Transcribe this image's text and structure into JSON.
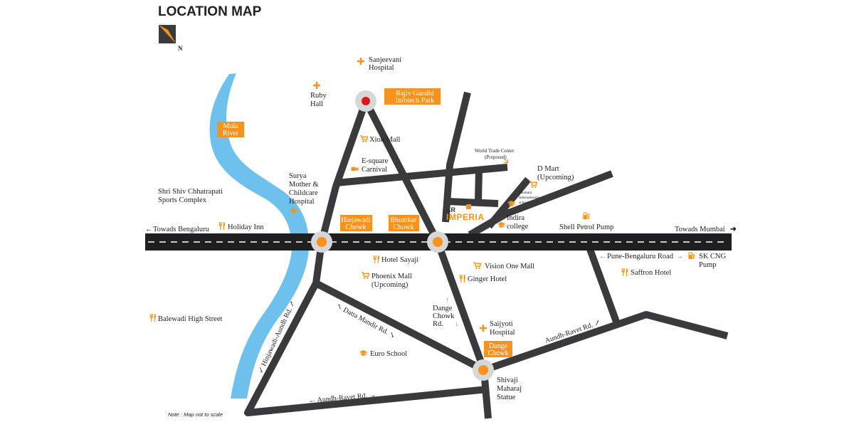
{
  "title": "LOCATION MAP",
  "north_label": "N",
  "note": "Note : Map not to scale",
  "colors": {
    "accent": "#F5931E",
    "road": "#3a3a3c",
    "river": "#6ec1ec",
    "pin": "#e0161d",
    "text": "#222222"
  },
  "highway": {
    "left_label": "Towads Bengaluru",
    "right_label": "Towads Mumbai"
  },
  "river_label": [
    "Mula",
    "River"
  ],
  "chowks": {
    "rajiv": [
      "Rajiv Gandhi",
      "Infotech Park"
    ],
    "hinjawadi": [
      "Hinjawadi",
      "Chowk"
    ],
    "bhumkar": [
      "Bhumkar",
      "Chowk"
    ],
    "dange": [
      "Dange",
      "Chowk"
    ]
  },
  "project": {
    "line1": "AR",
    "line2": "IMPERIA"
  },
  "landmarks": {
    "sanjeevani": [
      "Sanjeevani",
      "Hospital"
    ],
    "ruby": [
      "Ruby",
      "Hall"
    ],
    "xion": "Xion Mall",
    "esquare": [
      "E-square",
      "Carnival"
    ],
    "wtc": [
      "World Trade Center",
      "(Proposed)"
    ],
    "dmart": [
      "D Mart",
      "(Upcoming)"
    ],
    "akshara": [
      "Akshara",
      "International",
      "school"
    ],
    "indira": [
      "Indira",
      "college"
    ],
    "shell": "Shell Petrol Pump",
    "surya": [
      "Surya",
      "Mother &",
      "Childcare",
      "Hospital"
    ],
    "shivchhatrapati": [
      "Shri Shiv Chhatrapati",
      "Sports Complex"
    ],
    "holiday": "Holiday Inn",
    "sayaji": "Hotel Sayaji",
    "phoenix": [
      "Phoenix Mall",
      "(Upcoming)"
    ],
    "vision": "Vision One Mall",
    "ginger": "Ginger Hotel",
    "pbroad": "Pune-Bengaluru Road",
    "skcng": [
      "SK CNG",
      "Pump"
    ],
    "saffron": "Saffron Hotel",
    "balewadi": "Balewadi High Street",
    "saijyoti": [
      "Saijyoti",
      "Hospital"
    ],
    "euro": "Euro School",
    "shivaji": [
      "Shivaji",
      "Maharaj",
      "Statue"
    ],
    "dangerd": [
      "Dange",
      "Chowk",
      "Rd."
    ]
  },
  "roads": {
    "hinjawadi_aundh": "Hinjawadi-Aundh Rd.",
    "datta_mandir": "Datta Mandir Rd.",
    "aundh_ravet_bottom": "Aundh-Ravet Rd.",
    "aundh_ravet_right": "Aundh-Ravet Rd."
  }
}
